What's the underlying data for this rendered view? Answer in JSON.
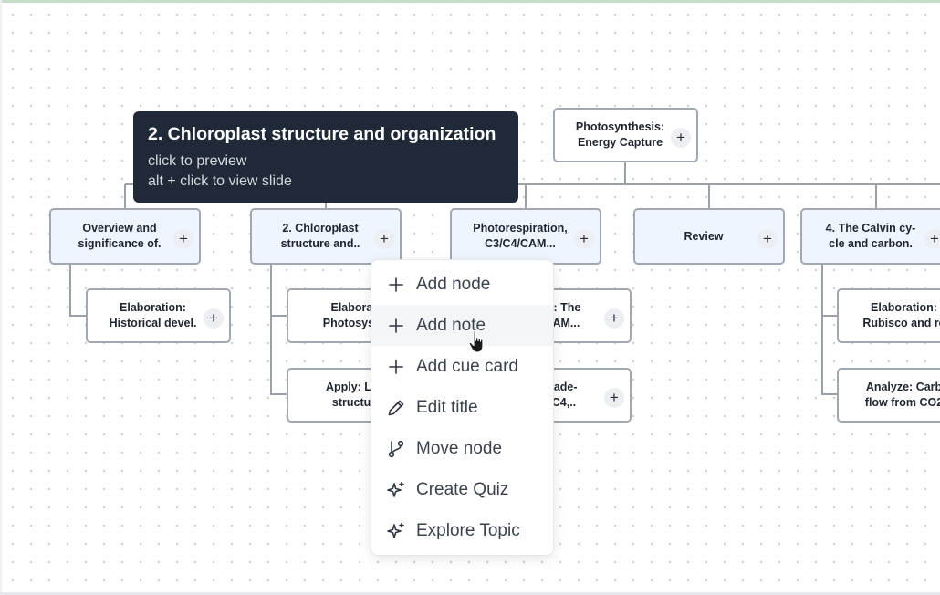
{
  "tooltip": {
    "title": "2. Chloroplast structure and organization",
    "line1": "click to preview",
    "line2": "alt + click to view slide"
  },
  "nodes": {
    "root": "Photosynthesis:\nEnergy Capture",
    "overview": "Overview and\nsignificance of.",
    "chloroplast": "2. Chloroplast\nstructure and..",
    "photorespiration": "Photorespiration,\nC3/C4/CAM...",
    "review": "Review",
    "calvin": "4. The Calvin cy-\ncle and carbon.",
    "elab_history": "Elaboration:\nHistorical devel.",
    "elab_photosystem": "Elaborat\nPhotosyste",
    "apply_structure": "Apply: Lin\nstructur",
    "elab_cam": "ation: The\nnd CAM...",
    "tradeoff": "e: Trade-\nC3, C4,..",
    "elab_rubisco": "Elaboration:\nRubisco and re",
    "analyze_carbon": "Analyze: Carb\nflow from CO2"
  },
  "menu": {
    "items": [
      {
        "label": "Add node",
        "icon": "plus-icon"
      },
      {
        "label": "Add note",
        "icon": "plus-icon"
      },
      {
        "label": "Add cue card",
        "icon": "plus-icon"
      },
      {
        "label": "Edit title",
        "icon": "pencil-icon"
      },
      {
        "label": "Move node",
        "icon": "branch-icon"
      },
      {
        "label": "Create Quiz",
        "icon": "sparkle-icon"
      },
      {
        "label": "Explore Topic",
        "icon": "sparkle-icon"
      }
    ]
  },
  "plus_glyph": "+"
}
